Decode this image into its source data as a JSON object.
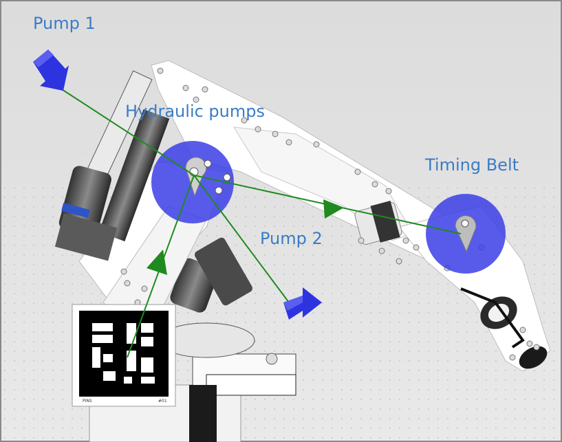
{
  "labels": {
    "pump1": "Pump 1",
    "hydraulic": "Hydraulic pumps",
    "timing_belt": "Timing Belt",
    "pump2": "Pump 2"
  },
  "marker": {
    "left_text": "PINS",
    "right_text": "#01"
  },
  "colors": {
    "background": "#e6e6e6",
    "arrow_blue": "#2e33e0",
    "line_green": "#1f8a1f",
    "disc_blue": "#3b3ee6",
    "label_blue": "#3a7cc5"
  }
}
